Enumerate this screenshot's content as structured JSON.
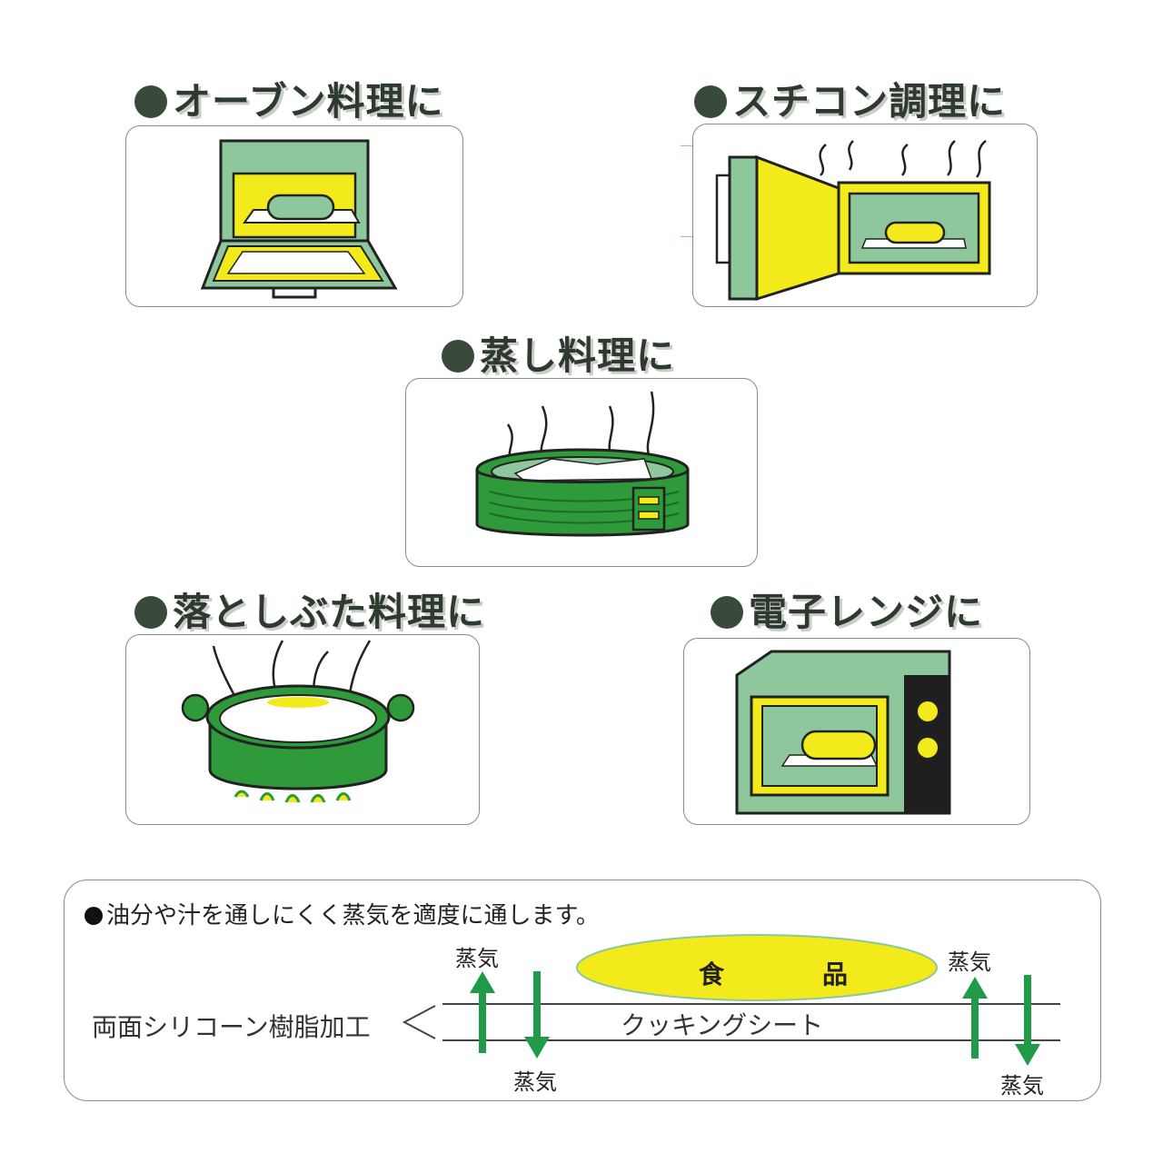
{
  "uses": [
    {
      "key": "oven",
      "label": "オーブン料理に"
    },
    {
      "key": "steam_convection",
      "label": "スチコン調理に"
    },
    {
      "key": "steaming",
      "label": "蒸し料理に"
    },
    {
      "key": "drop_lid",
      "label": "落としぶた料理に"
    },
    {
      "key": "microwave",
      "label": "電子レンジに"
    }
  ],
  "diagram": {
    "note": "油分や汁を通しにくく蒸気を適度に通します。",
    "coating_label": "両面シリコーン樹脂加工",
    "sheet_label": "クッキングシート",
    "food_label": "食　品",
    "steam_labels": [
      "蒸気",
      "蒸気",
      "蒸気",
      "蒸気"
    ]
  },
  "colors": {
    "appliance_green": "#8ec79c",
    "appliance_outline": "#222222",
    "door_yellow": "#f2ea1a",
    "pot_green": "#2e9a3a",
    "arrow_green": "#1f9a48",
    "heading_text": "#2e3a2e"
  }
}
